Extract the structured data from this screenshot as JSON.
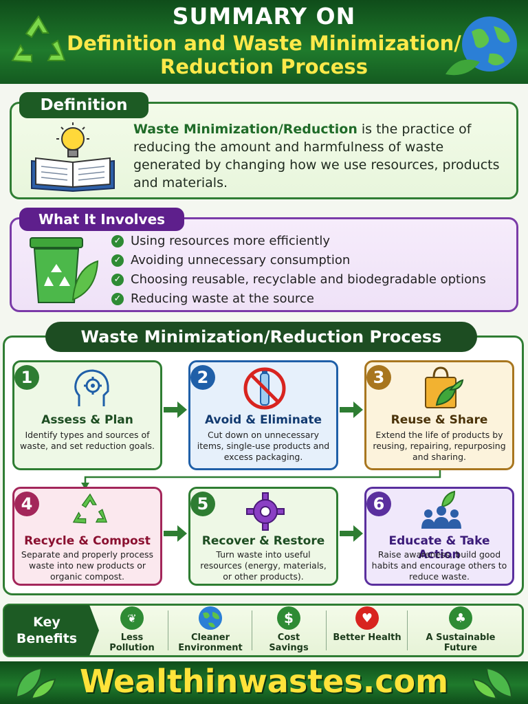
{
  "header": {
    "title_line1": "SUMMARY ON",
    "title_line2": "Definition and Waste Minimization/",
    "title_line3": "Reduction Process"
  },
  "definition": {
    "heading": "Definition",
    "term": "Waste Minimization/Reduction",
    "text": " is the practice of reducing the amount and harmfulness of waste generated by changing how we use resources, products and materials."
  },
  "involves": {
    "heading": "What It Involves",
    "items": [
      "Using resources more efficiently",
      "Avoiding unnecessary consumption",
      "Choosing reusable, recyclable and biodegradable options",
      "Reducing waste at the source"
    ]
  },
  "process": {
    "heading": "Waste Minimization/Reduction Process",
    "steps": [
      {
        "num": "1",
        "title": "Assess & Plan",
        "desc": "Identify types and sources of waste, and set reduction goals.",
        "color": "#2e7d32",
        "bg": "#eef8e6"
      },
      {
        "num": "2",
        "title": "Avoid & Eliminate",
        "desc": "Cut down on unnecessary items, single-use products and excess packaging.",
        "color": "#1f5fa8",
        "bg": "#e6f0fb"
      },
      {
        "num": "3",
        "title": "Reuse & Share",
        "desc": "Extend the life of products by reusing, repairing, repurposing and sharing.",
        "color": "#a8761f",
        "bg": "#fcf3dc"
      },
      {
        "num": "4",
        "title": "Recycle & Compost",
        "desc": "Separate and properly process waste into new products or organic compost.",
        "color": "#a3265a",
        "bg": "#fbe8ee"
      },
      {
        "num": "5",
        "title": "Recover & Restore",
        "desc": "Turn waste into useful resources (energy, materials, or other products).",
        "color": "#2e7d32",
        "bg": "#eef8e6"
      },
      {
        "num": "6",
        "title": "Educate & Take Action",
        "desc": "Raise awareness, build good habits and encourage others to reduce waste.",
        "color": "#5a2f9e",
        "bg": "#f0e8fb"
      }
    ]
  },
  "benefits": {
    "key_label": "Key Benefits",
    "items": [
      {
        "label": "Less Pollution",
        "icon": "leaf-icon"
      },
      {
        "label": "Cleaner Environment",
        "icon": "globe-icon"
      },
      {
        "label": "Cost Savings",
        "icon": "dollar-icon"
      },
      {
        "label": "Better Health",
        "icon": "heart-icon"
      },
      {
        "label": "A Sustainable Future",
        "icon": "plant-icon"
      }
    ]
  },
  "footer": {
    "text": "Wealthinwastes.com"
  },
  "colors": {
    "brand_green": "#1d5b24",
    "accent_yellow": "#ffe94a",
    "purple": "#5e1f8c"
  }
}
